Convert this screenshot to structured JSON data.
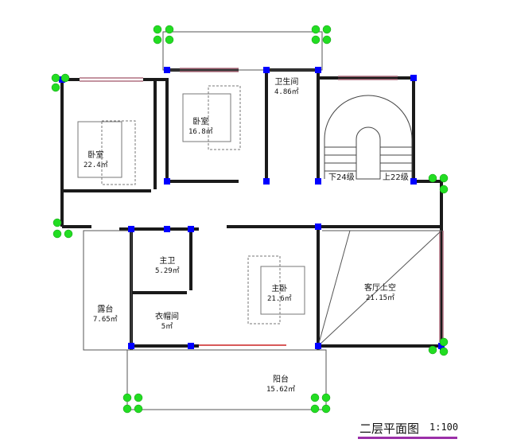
{
  "title": "二层平面图",
  "scale": "1:100",
  "rooms": [
    {
      "name": "卧室",
      "area": "22.4㎡"
    },
    {
      "name": "卧室",
      "area": "16.8㎡"
    },
    {
      "name": "卫生间",
      "area": "4.86㎡"
    },
    {
      "name": "主卫",
      "area": "5.29㎡"
    },
    {
      "name": "衣帽间",
      "area": "5㎡"
    },
    {
      "name": "主卧",
      "area": "21.6㎡"
    },
    {
      "name": "露台",
      "area": "7.65㎡"
    },
    {
      "name": "客厅上空",
      "area": "21.15㎡"
    },
    {
      "name": "阳台",
      "area": "15.62㎡"
    }
  ],
  "stairs": {
    "down": "下24级",
    "up": "上22级"
  },
  "colors": {
    "wall": "#1a1a1a",
    "column": "#0000ff",
    "plant": "#22dd22",
    "window": "#b07080",
    "title_underline": "#9b2fa8"
  }
}
